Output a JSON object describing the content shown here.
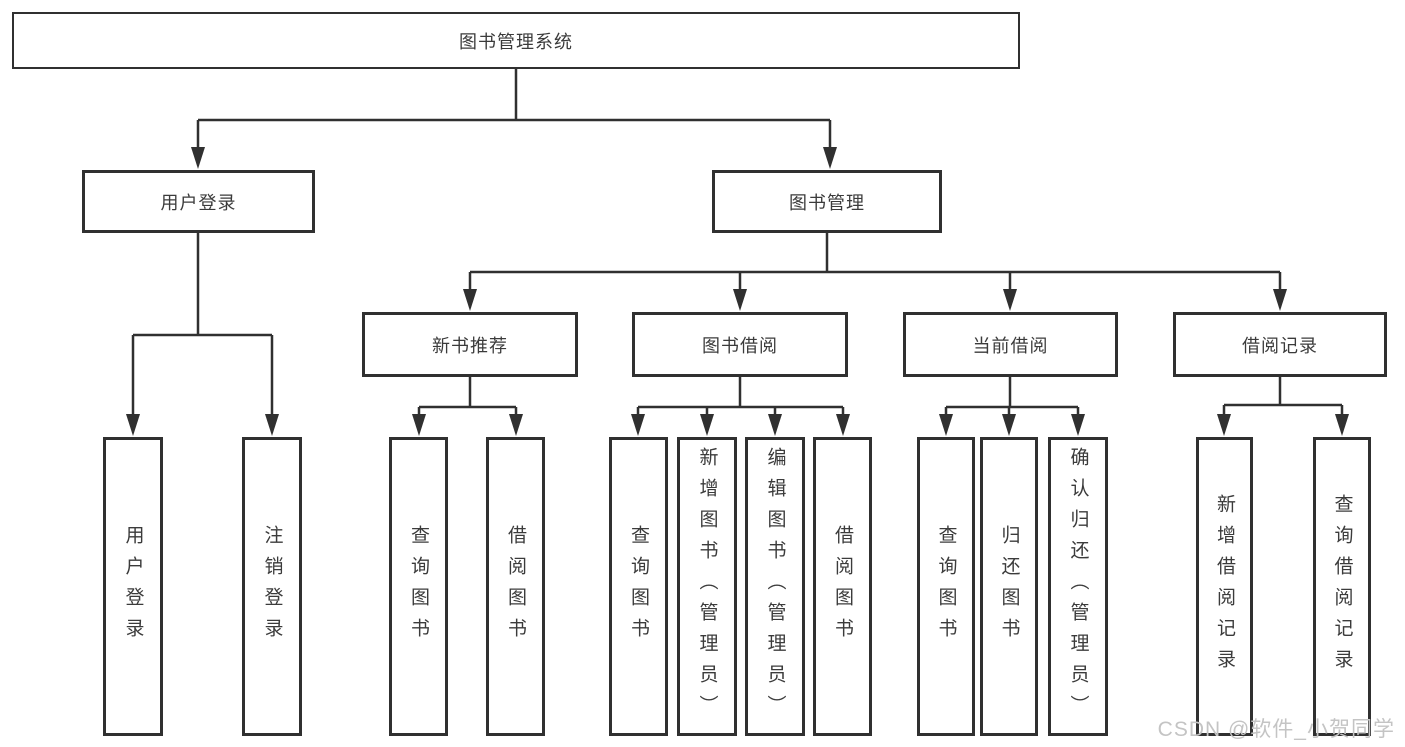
{
  "diagram_title": "图书管理系统",
  "colors": {
    "line": "#303030",
    "box_border": "#303030",
    "text": "#3B3B3B",
    "background": "#FFFFFF",
    "watermark": "#C4C4C4"
  },
  "tree": {
    "root": {
      "label": "图书管理系统"
    },
    "branches": [
      {
        "label": "用户登录",
        "children": [
          "用户登录",
          "注销登录"
        ]
      },
      {
        "label": "图书管理",
        "children_groups": [
          {
            "label": "新书推荐",
            "children": [
              "查询图书",
              "借阅图书"
            ]
          },
          {
            "label": "图书借阅",
            "children": [
              "查询图书",
              "新增图书（管理员）",
              "编辑图书（管理员）",
              "借阅图书"
            ]
          },
          {
            "label": "当前借阅",
            "children": [
              "查询图书",
              "归还图书",
              "确认归还（管理员）"
            ]
          },
          {
            "label": "借阅记录",
            "children": [
              "新增借阅记录",
              "查询借阅记录"
            ]
          }
        ]
      }
    ]
  },
  "watermark": "CSDN @软件_小贺同学"
}
